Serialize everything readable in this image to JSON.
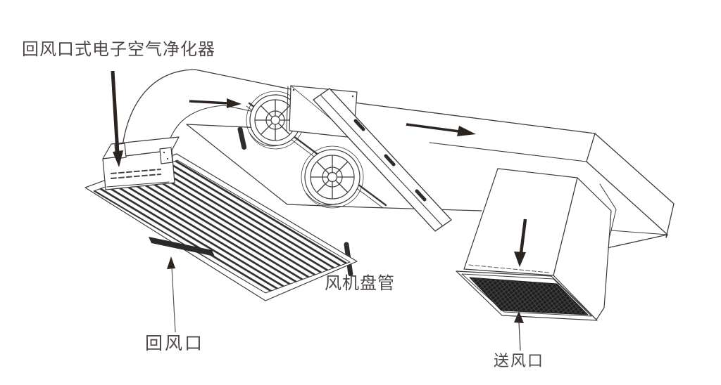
{
  "labels": {
    "purifier": "回风口式电子空气净化器",
    "fan_coil": "风机盘管",
    "return_air": "回风口",
    "supply_air": "送风口"
  },
  "colors": {
    "line": "#3a3a3a",
    "arrow": "#2c2420",
    "text": "#4d4646",
    "background": "#ffffff",
    "grille_dark": "#2f2f2f",
    "mesh_dark": "#1e1e1e"
  }
}
